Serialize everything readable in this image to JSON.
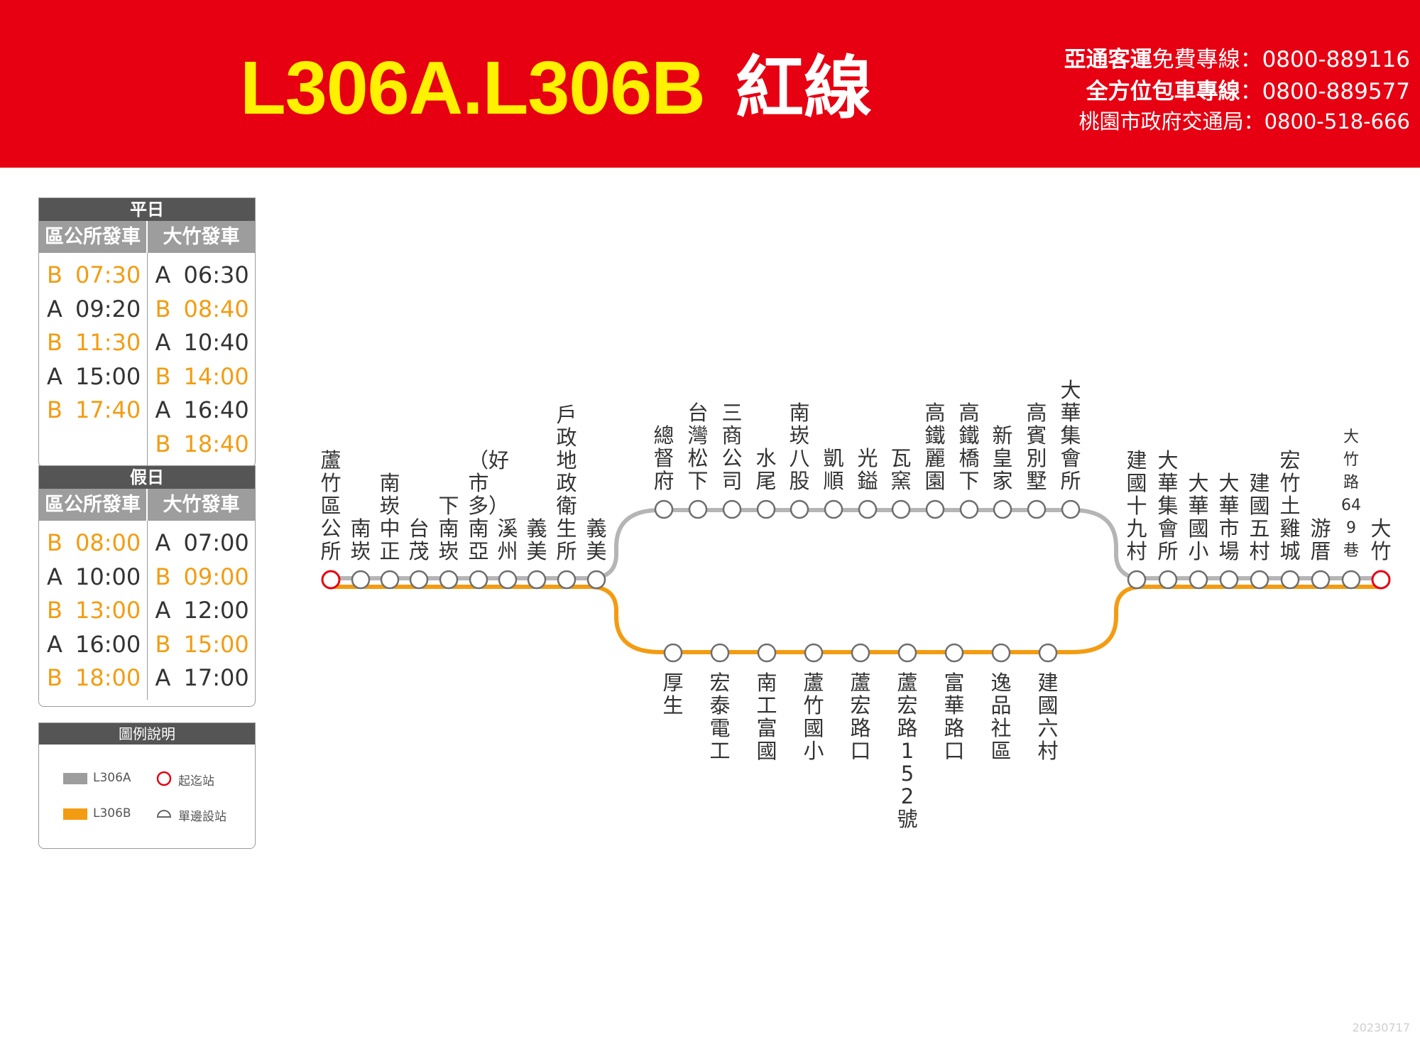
{
  "header": {
    "route_code": "L306A.L306B",
    "route_color_name": "紅線",
    "contacts": [
      {
        "name": "亞通客運",
        "desc": "免費專線：",
        "phone": "0800-889116"
      },
      {
        "name": "全方位包車專線",
        "desc": "：",
        "phone": "0800-889577"
      },
      {
        "name": "桃園市政府交通局",
        "desc": "：",
        "phone": "0800-518-666"
      }
    ]
  },
  "weekday": {
    "title": "平日",
    "col1_head": "區公所發車",
    "col2_head": "大竹發車",
    "col1": [
      {
        "line": "B",
        "time": "07:30"
      },
      {
        "line": "A",
        "time": "09:20"
      },
      {
        "line": "B",
        "time": "11:30"
      },
      {
        "line": "A",
        "time": "15:00"
      },
      {
        "line": "B",
        "time": "17:40"
      }
    ],
    "col2": [
      {
        "line": "A",
        "time": "06:30"
      },
      {
        "line": "B",
        "time": "08:40"
      },
      {
        "line": "A",
        "time": "10:40"
      },
      {
        "line": "B",
        "time": "14:00"
      },
      {
        "line": "A",
        "time": "16:40"
      },
      {
        "line": "B",
        "time": "18:40"
      }
    ]
  },
  "holiday": {
    "title": "假日",
    "col1_head": "區公所發車",
    "col2_head": "大竹發車",
    "col1": [
      {
        "line": "B",
        "time": "08:00"
      },
      {
        "line": "A",
        "time": "10:00"
      },
      {
        "line": "B",
        "time": "13:00"
      },
      {
        "line": "A",
        "time": "16:00"
      },
      {
        "line": "B",
        "time": "18:00"
      }
    ],
    "col2": [
      {
        "line": "A",
        "time": "07:00"
      },
      {
        "line": "B",
        "time": "09:00"
      },
      {
        "line": "A",
        "time": "12:00"
      },
      {
        "line": "B",
        "time": "15:00"
      },
      {
        "line": "A",
        "time": "17:00"
      }
    ]
  },
  "legend": {
    "title": "圖例說明",
    "line_a": "L306A",
    "line_b": "L306B",
    "terminal": "起迄站",
    "one_side": "單邊設站"
  },
  "colors": {
    "header_red": "#e60012",
    "title_yellow": "#fff100",
    "line_a_gray": "#b5b5b5",
    "line_b_orange": "#f39c12",
    "terminal_red": "#e60012"
  },
  "stops": {
    "west_shared": [
      "蘆竹區公所",
      "南崁",
      "南崁中正",
      "台茂",
      "下南崁",
      "（好市多）南亞",
      "溪州",
      "義美",
      "戶政地政衛生所",
      "義美"
    ],
    "a_only": [
      "總督府",
      "台灣松下",
      "三商公司",
      "水尾",
      "南崁八股",
      "凱順",
      "光鎰",
      "瓦窯",
      "高鐵麗園",
      "高鐵橋下",
      "新皇家",
      "高賓別墅",
      "大華集會所"
    ],
    "b_only": [
      "厚生",
      "宏泰電工",
      "南工富國",
      "蘆竹國小",
      "蘆宏路口",
      "蘆宏路152號",
      "富華路口",
      "逸品社區",
      "建國六村"
    ],
    "east_shared": [
      "建國十九村",
      "大華集會所",
      "大華國小",
      "大華市場",
      "建國五村",
      "宏竹土雞城",
      "游厝",
      "大竹路649巷",
      "大竹"
    ]
  },
  "version": "20230717"
}
